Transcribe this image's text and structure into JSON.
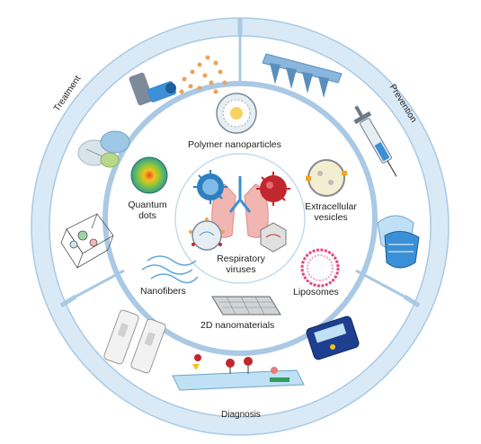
{
  "outer_ring": {
    "treatment": "Treatment",
    "prevention": "Prevention",
    "diagnosis": "Diagnosis"
  },
  "nanomaterials": {
    "polymer": "Polymer nanoparticles",
    "quantum_line1": "Quantum",
    "quantum_line2": "dots",
    "extracellular_line1": "Extracellular",
    "extracellular_line2": "vesicles",
    "nanofibers": "Nanofibers",
    "liposomes": "Liposomes",
    "two_d": "2D nanomaterials"
  },
  "center": {
    "line1": "Respiratory",
    "line2": "viruses"
  },
  "colors": {
    "ring_fill": "#d9eaf6",
    "ring_stroke": "#a9c9e4",
    "virus_red": "#c0282d",
    "virus_blue": "#2d7fc0",
    "lung_pink": "#f2b6b2"
  }
}
